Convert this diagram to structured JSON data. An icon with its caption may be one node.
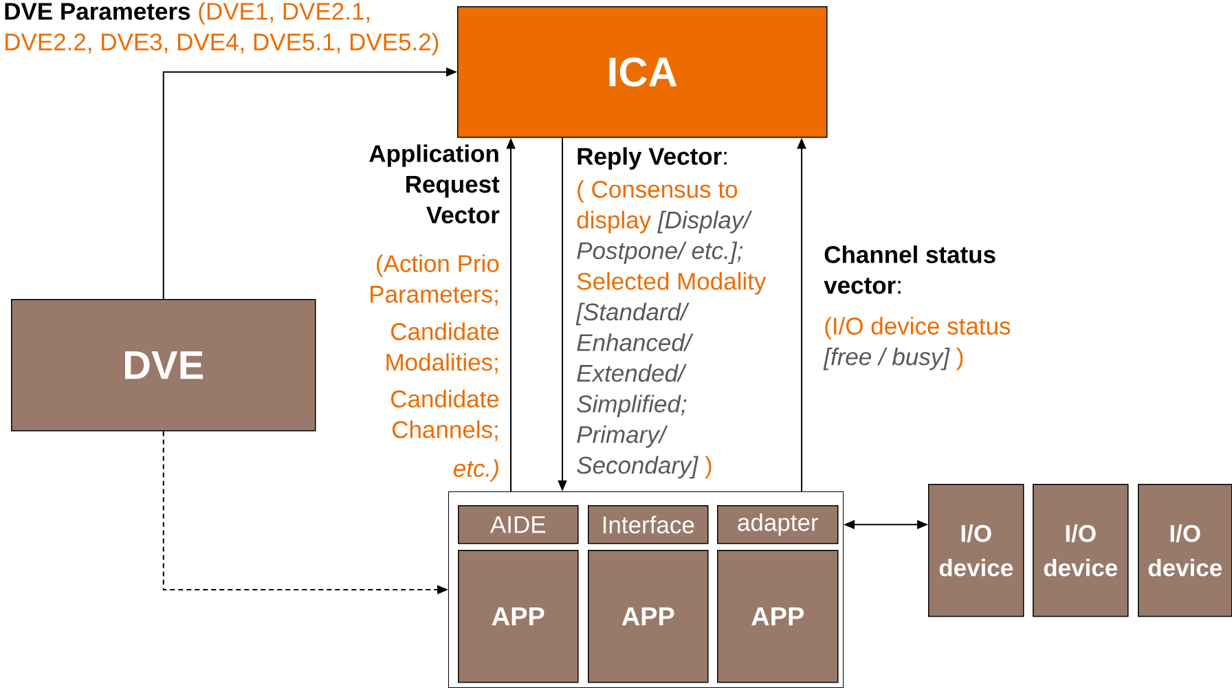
{
  "diagram": {
    "nodes": [
      {
        "text": [
          "ICA"
        ]
      },
      {
        "text": [
          "DVE"
        ]
      },
      {
        "text": [],
        "shape": "box"
      },
      {
        "text": [
          "AIDE"
        ],
        "in": 2
      },
      {
        "text": [
          "Interface"
        ],
        "in": 2
      },
      {
        "text": [
          "adapter"
        ],
        "in": 2
      },
      {
        "text": [
          "APP"
        ],
        "in": 2
      },
      {
        "text": [
          "APP"
        ],
        "in": 2
      },
      {
        "text": [
          "APP"
        ],
        "in": 2
      },
      {
        "text": [
          "I/O device"
        ]
      },
      {
        "text": [
          "I/O device"
        ]
      },
      {
        "text": [
          "I/O device"
        ]
      }
    ],
    "edges": [
      {
        "from": 1,
        "to": 0,
        "arrow": "to"
      },
      {
        "from": 2,
        "to": 0,
        "arrow": "to"
      },
      {
        "from": 0,
        "to": 2,
        "arrow": "to"
      },
      {
        "from": 2,
        "to": 0,
        "arrow": "to"
      },
      {
        "from": 1,
        "to": 2,
        "arrow": "to",
        "style": "dashed"
      },
      {
        "from": 5,
        "to": 9,
        "arrow": "both"
      }
    ],
    "labels": [
      "DVE Parameters",
      "(DVE1, DVE2.1, DVE2.2, DVE3, DVE4, DVE5.1, DVE5.2)",
      "Application Request Vector",
      "(Action Prio Parameters;",
      "Candidate Modalities;",
      "Candidate Channels;",
      "etc.)",
      "**Reply Vector**:",
      "( Consensus to display",
      "[Display/ Postpone/ etc.];",
      "Selected Modality",
      "[Standard/ Enhanced/ Extended/ Simplified; Primary/ Secondary]",
      ")",
      "**Channel status vector**:",
      "(I/O device status",
      "[free / busy]",
      ")"
    ]
  }
}
